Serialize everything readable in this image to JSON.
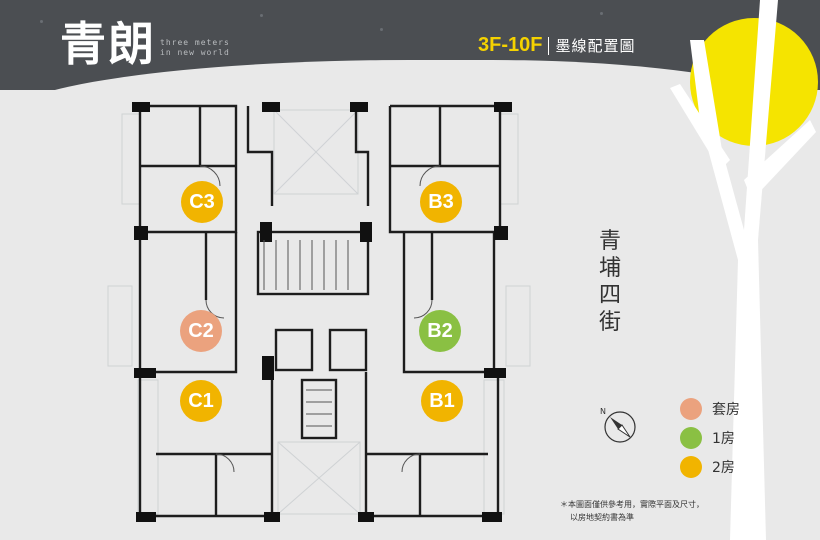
{
  "header": {
    "logo": "青朗",
    "tagline_line1": "three meters",
    "tagline_line2": "in new world",
    "floor_range": "3F-10F",
    "floor_plan_name": "墨線配置圖"
  },
  "units": [
    {
      "label": "C3",
      "type": "2房",
      "color": "#f1b400"
    },
    {
      "label": "B3",
      "type": "2房",
      "color": "#f1b400"
    },
    {
      "label": "C2",
      "type": "套房",
      "color": "#eba27e"
    },
    {
      "label": "B2",
      "type": "1房",
      "color": "#8ac043"
    },
    {
      "label": "C1",
      "type": "2房",
      "color": "#f1b400"
    },
    {
      "label": "B1",
      "type": "2房",
      "color": "#f1b400"
    }
  ],
  "street": "青埔四街",
  "legend": [
    {
      "label": "套房",
      "color": "#eba27e"
    },
    {
      "label": "1房",
      "color": "#8ac043"
    },
    {
      "label": "2房",
      "color": "#f1b400"
    }
  ],
  "note": {
    "line1": "＊本圖面僅供參考用，實際平面及尺寸，",
    "line2": "以房地契約書為準"
  },
  "colors": {
    "header_bg": "#4b4e52",
    "accent_yellow": "#f5d200",
    "moon": "#f5e400"
  }
}
